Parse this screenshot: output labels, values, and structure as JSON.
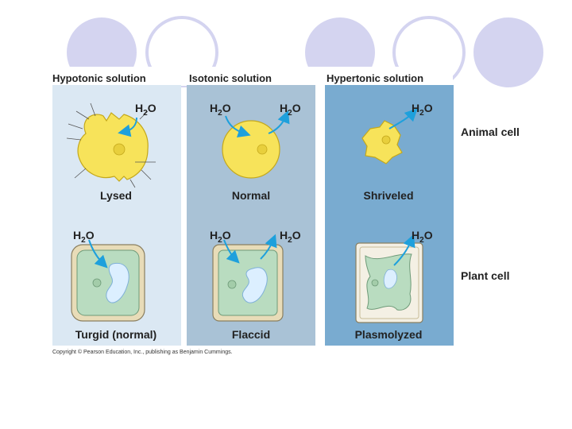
{
  "columns": [
    {
      "heading": "Hypotonic solution",
      "color": "#dbe8f3"
    },
    {
      "heading": "Isotonic solution",
      "color": "#a9c2d6"
    },
    {
      "heading": "Hypertonic solution",
      "color": "#79abd0"
    }
  ],
  "rows": {
    "animal_label": "Animal cell",
    "plant_label": "Plant cell"
  },
  "animal_cells": [
    "Lysed",
    "Normal",
    "Shriveled"
  ],
  "plant_cells": [
    "Turgid (normal)",
    "Flaccid",
    "Plasmolyzed"
  ],
  "water": {
    "h": "H",
    "sub": "2",
    "o": "O"
  },
  "copyright": "Copyright © Pearson Education, Inc., publishing as Benjamin Cummings.",
  "colors": {
    "cell_yellow": "#f7e35a",
    "plant_green": "#b9dcc0",
    "cell_wall": "#e8dcb8",
    "vacuole": "#dcefff",
    "arrow": "#1ea0dc",
    "deco_circle": "#d4d4f0"
  }
}
